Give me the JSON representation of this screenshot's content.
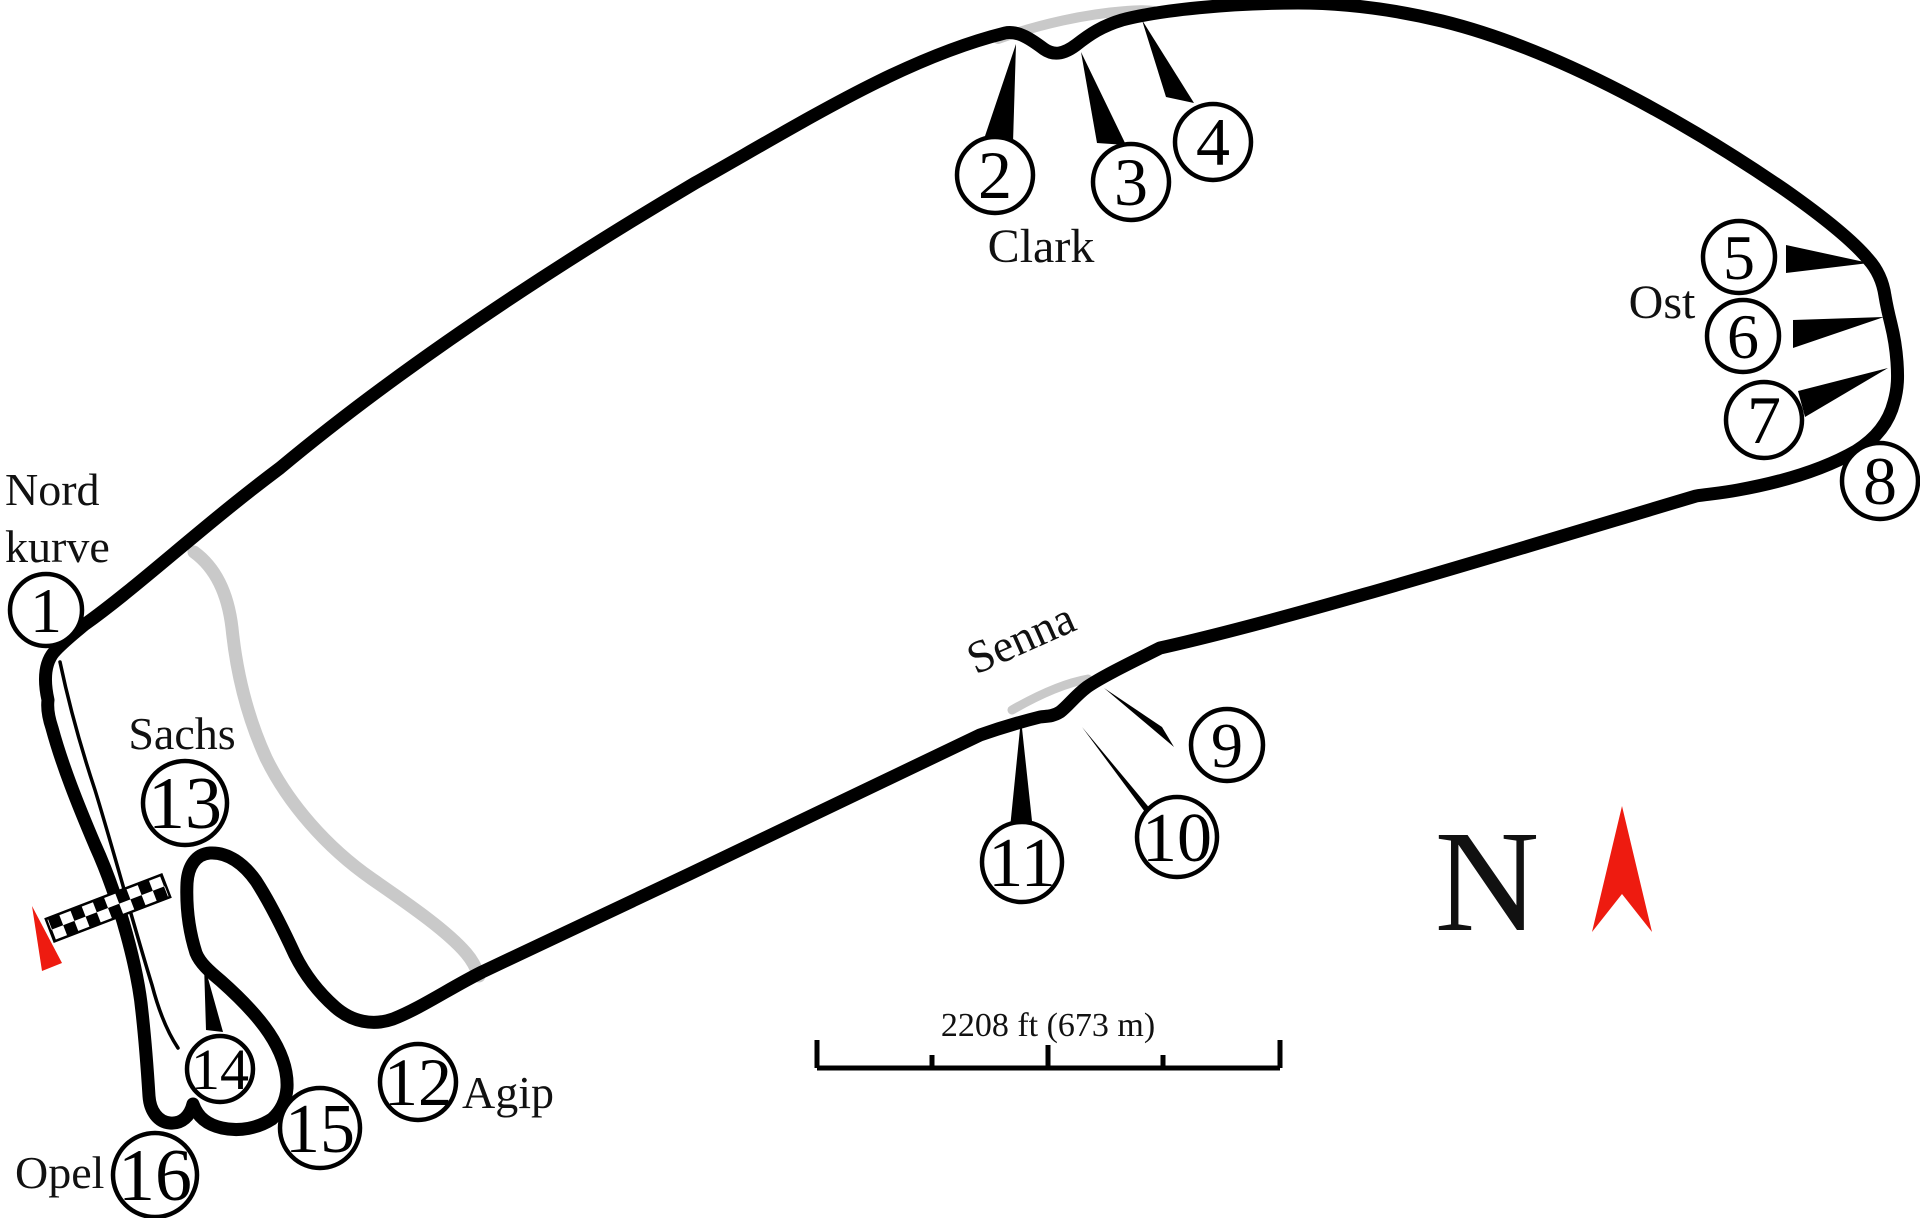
{
  "diagram": {
    "type": "race-circuit-track-map",
    "colors": {
      "track": "#000000",
      "old_layout": "#c9c9c9",
      "arrow_red": "#ee1b10",
      "background": "#ffffff"
    },
    "corner_labels": {
      "nord_line1": "Nord",
      "nord_line2": "kurve",
      "clark": "Clark",
      "ost": "Ost",
      "senna": "Senna",
      "agip": "Agip",
      "sachs": "Sachs",
      "opel": "Opel"
    },
    "turn_markers": [
      {
        "n": "1"
      },
      {
        "n": "2"
      },
      {
        "n": "3"
      },
      {
        "n": "4"
      },
      {
        "n": "5"
      },
      {
        "n": "6"
      },
      {
        "n": "7"
      },
      {
        "n": "8"
      },
      {
        "n": "9"
      },
      {
        "n": "10"
      },
      {
        "n": "11"
      },
      {
        "n": "12"
      },
      {
        "n": "13"
      },
      {
        "n": "14"
      },
      {
        "n": "15"
      },
      {
        "n": "16"
      }
    ],
    "corner_groups": [
      {
        "label": "Nord kurve",
        "turns": [
          "1"
        ]
      },
      {
        "label": "Clark",
        "turns": [
          "2",
          "3",
          "4"
        ]
      },
      {
        "label": "Ost",
        "turns": [
          "5",
          "6",
          "7"
        ]
      },
      {
        "label": "Senna",
        "turns": [
          "9",
          "10",
          "11"
        ]
      },
      {
        "label": "Agip",
        "turns": [
          "12"
        ]
      },
      {
        "label": "Sachs",
        "turns": [
          "13"
        ]
      },
      {
        "label": "Opel",
        "turns": [
          "16"
        ]
      }
    ],
    "scale_bar": {
      "label": "2208 ft (673 m)"
    },
    "north_label": "N"
  }
}
